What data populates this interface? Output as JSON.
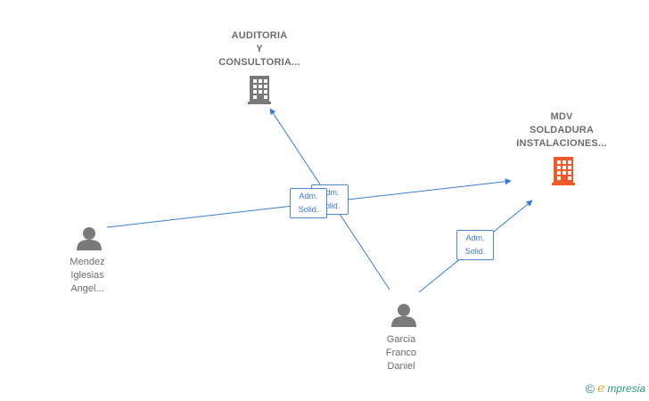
{
  "nodes": {
    "auditoria": {
      "label": "AUDITORIA\nY\nCONSULTORIA..."
    },
    "mdv": {
      "label": "MDV\nSOLDADURA\nINSTALACIONES..."
    },
    "mendez": {
      "label": "Mendez\nIglesias\nAngel..."
    },
    "garcia": {
      "label": "Garcia\nFranco\nDaniel"
    }
  },
  "edges": {
    "e1": {
      "label": "Adm.\nSolid."
    },
    "e2": {
      "label": "Adm.\nSolid."
    },
    "e3": {
      "label": "Adm.\nSolid."
    }
  },
  "colors": {
    "edge": "#3b7bd0",
    "company_gray": "#7a7a7a",
    "company_main": "#f05a28",
    "person": "#7a7a7a"
  },
  "brand": {
    "symbol": "©",
    "initial": "e",
    "rest": "mpresia"
  },
  "icons": [
    "building-icon",
    "person-icon",
    "copyright-icon"
  ]
}
